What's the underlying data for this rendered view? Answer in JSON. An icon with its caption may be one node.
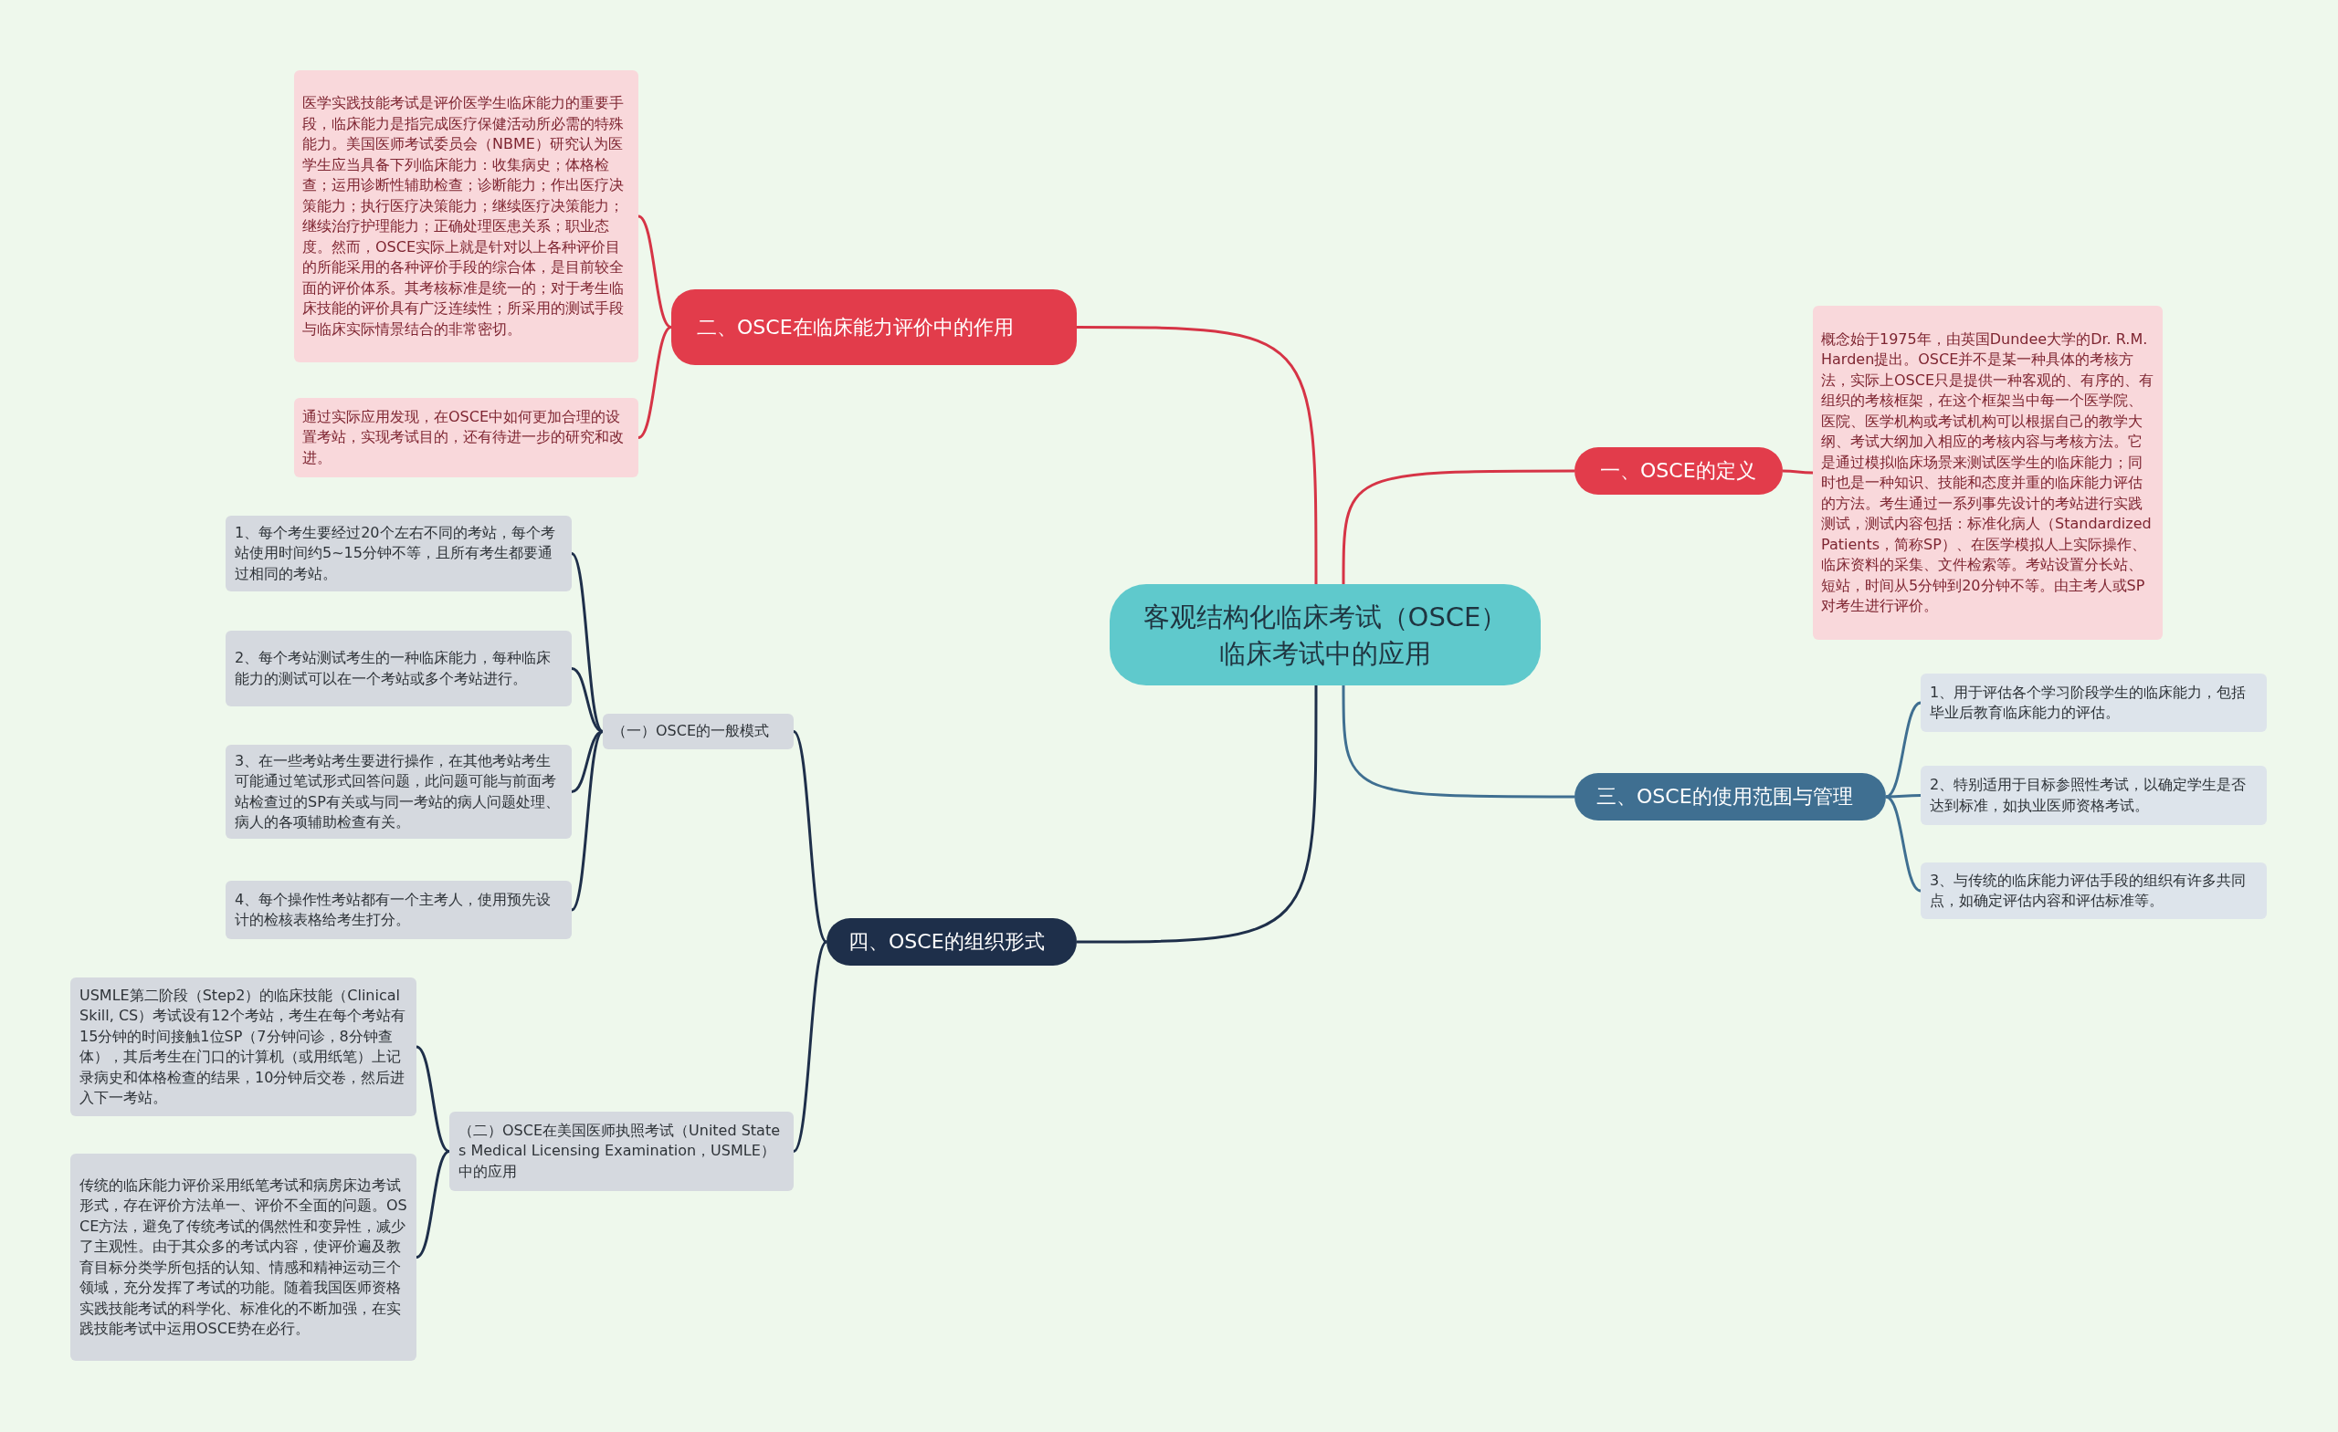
{
  "diagram": {
    "nodes": [
      {
        "text": [
          "客观结构化临床考试（OSCE）临床考试中的应用"
        ]
      },
      {
        "text": [
          "一、OSCE的定义"
        ]
      },
      {
        "text": [
          "概念始于1975年，由英国Dundee大学的Dr. R.M. Harden提出。OSCE并不是某一种具体的考核方法，实际上OSCE只是提供一种客观的、有序的、有组织的考核框架，在这个框架当中每一个医学院、医院、医学机构或考试机构可以根据自己的教学大纲、考试大纲加入相应的考核内容与考核方法。它是通过模拟临床场景来测试医学生的临床能力；同时也是一种知识、技能和态度并重的临床能力评估的方法。考生通过一系列事先设计的考站进行实践测试，测试内容包括：标准化病人（Standardized Patients，简称SP）、在医学模拟人上实际操作、临床资料的采集、文件检索等。考站设置分长站、短站，时间从5分钟到20分钟不等。由主考人或SP对考生进行评价。"
        ]
      },
      {
        "text": [
          "二、OSCE在临床能力评价中的作用"
        ]
      },
      {
        "text": [
          "医学实践技能考试是评价医学生临床能力的重要手段，临床能力是指完成医疗保健活动所必需的特殊能力。美国医师考试委员会（NBME）研究认为医学生应当具备下列临床能力：收集病史；体格检查；运用诊断性辅助检查；诊断能力；作出医疗决策能力；执行医疗决策能力；继续医疗决策能力；继续治疗护理能力；正确处理医患关系；职业态度。然而，OSCE实际上就是针对以上各种评价目的所能采用的各种评价手段的综合体，是目前较全面的评价体系。其考核标准是统一的；对于考生临床技能的评价具有广泛连续性；所采用的测试手段与临床实际情景结合的非常密切。"
        ]
      },
      {
        "text": [
          "通过实际应用发现，在OSCE中如何更加合理的设置考站，实现考试目的，还有待进一步的研究和改进。"
        ]
      },
      {
        "text": [
          "三、OSCE的使用范围与管理"
        ]
      },
      {
        "text": [
          "1、用于评估各个学习阶段学生的临床能力，包括毕业后教育临床能力的评估。"
        ]
      },
      {
        "text": [
          "2、特别适用于目标参照性考试，以确定学生是否达到标准，如执业医师资格考试。"
        ]
      },
      {
        "text": [
          "3、与传统的临床能力评估手段的组织有许多共同点，如确定评估内容和评估标准等。"
        ]
      },
      {
        "text": [
          "四、OSCE的组织形式"
        ]
      },
      {
        "text": [
          "（一）OSCE的一般模式"
        ]
      },
      {
        "text": [
          "1、每个考生要经过20个左右不同的考站，每个考站使用时间约5~15分钟不等，且所有考生都要通过相同的考站。"
        ]
      },
      {
        "text": [
          "2、每个考站测试考生的一种临床能力，每种临床能力的测试可以在一个考站或多个考站进行。"
        ]
      },
      {
        "text": [
          "3、在一些考站考生要进行操作，在其他考站考生可能通过笔试形式回答问题，此问题可能与前面考站检查过的SP有关或与同一考站的病人问题处理、病人的各项辅助检查有关。"
        ]
      },
      {
        "text": [
          "4、每个操作性考站都有一个主考人，使用预先设计的检核表格给考生打分。"
        ]
      },
      {
        "text": [
          "（二）OSCE在美国医师执照考试（United States Medical Licensing Examination，USMLE）中的应用"
        ]
      },
      {
        "text": [
          "USMLE第二阶段（Step2）的临床技能（Clinical Skill, CS）考试设有12个考站，考生在每个考站有15分钟的时间接触1位SP（7分钟问诊，8分钟查体），其后考生在门口的计算机（或用纸笔）上记录病史和体格检查的结果，10分钟后交卷，然后进入下一考站。"
        ]
      },
      {
        "text": [
          "传统的临床能力评价采用纸笔考试和病房床边考试形式，存在评价方法单一、评价不全面的问题。OSCE方法，避免了传统考试的偶然性和变异性，减少了主观性。由于其众多的考试内容，使评价遍及教育目标分类学所包括的认知、情感和精神运动三个领域，充分发挥了考试的功能。随着我国医师资格实践技能考试的科学化、标准化的不断加强，在实践技能考试中运用OSCE势在必行。"
        ]
      }
    ],
    "edges": [
      {
        "from": 0,
        "to": 1,
        "arrow": "none",
        "color": "#d63446"
      },
      {
        "from": 1,
        "to": 2,
        "arrow": "none",
        "color": "#d63446"
      },
      {
        "from": 0,
        "to": 3,
        "arrow": "none",
        "color": "#d63446"
      },
      {
        "from": 3,
        "to": 4,
        "arrow": "none",
        "color": "#d63446"
      },
      {
        "from": 3,
        "to": 5,
        "arrow": "none",
        "color": "#d63446"
      },
      {
        "from": 0,
        "to": 6,
        "arrow": "none",
        "color": "#3f6f91"
      },
      {
        "from": 6,
        "to": 7,
        "arrow": "none",
        "color": "#3f6f91"
      },
      {
        "from": 6,
        "to": 8,
        "arrow": "none",
        "color": "#3f6f91"
      },
      {
        "from": 6,
        "to": 9,
        "arrow": "none",
        "color": "#3f6f91"
      },
      {
        "from": 0,
        "to": 10,
        "arrow": "none"
      },
      {
        "from": 10,
        "to": 11,
        "arrow": "none"
      },
      {
        "from": 11,
        "to": 12,
        "arrow": "none"
      },
      {
        "from": 11,
        "to": 13,
        "arrow": "none"
      },
      {
        "from": 11,
        "to": 14,
        "arrow": "none"
      },
      {
        "from": 11,
        "to": 15,
        "arrow": "none"
      },
      {
        "from": 10,
        "to": 16,
        "arrow": "none"
      },
      {
        "from": 16,
        "to": 17,
        "arrow": "none"
      },
      {
        "from": 16,
        "to": 18,
        "arrow": "none"
      }
    ]
  }
}
